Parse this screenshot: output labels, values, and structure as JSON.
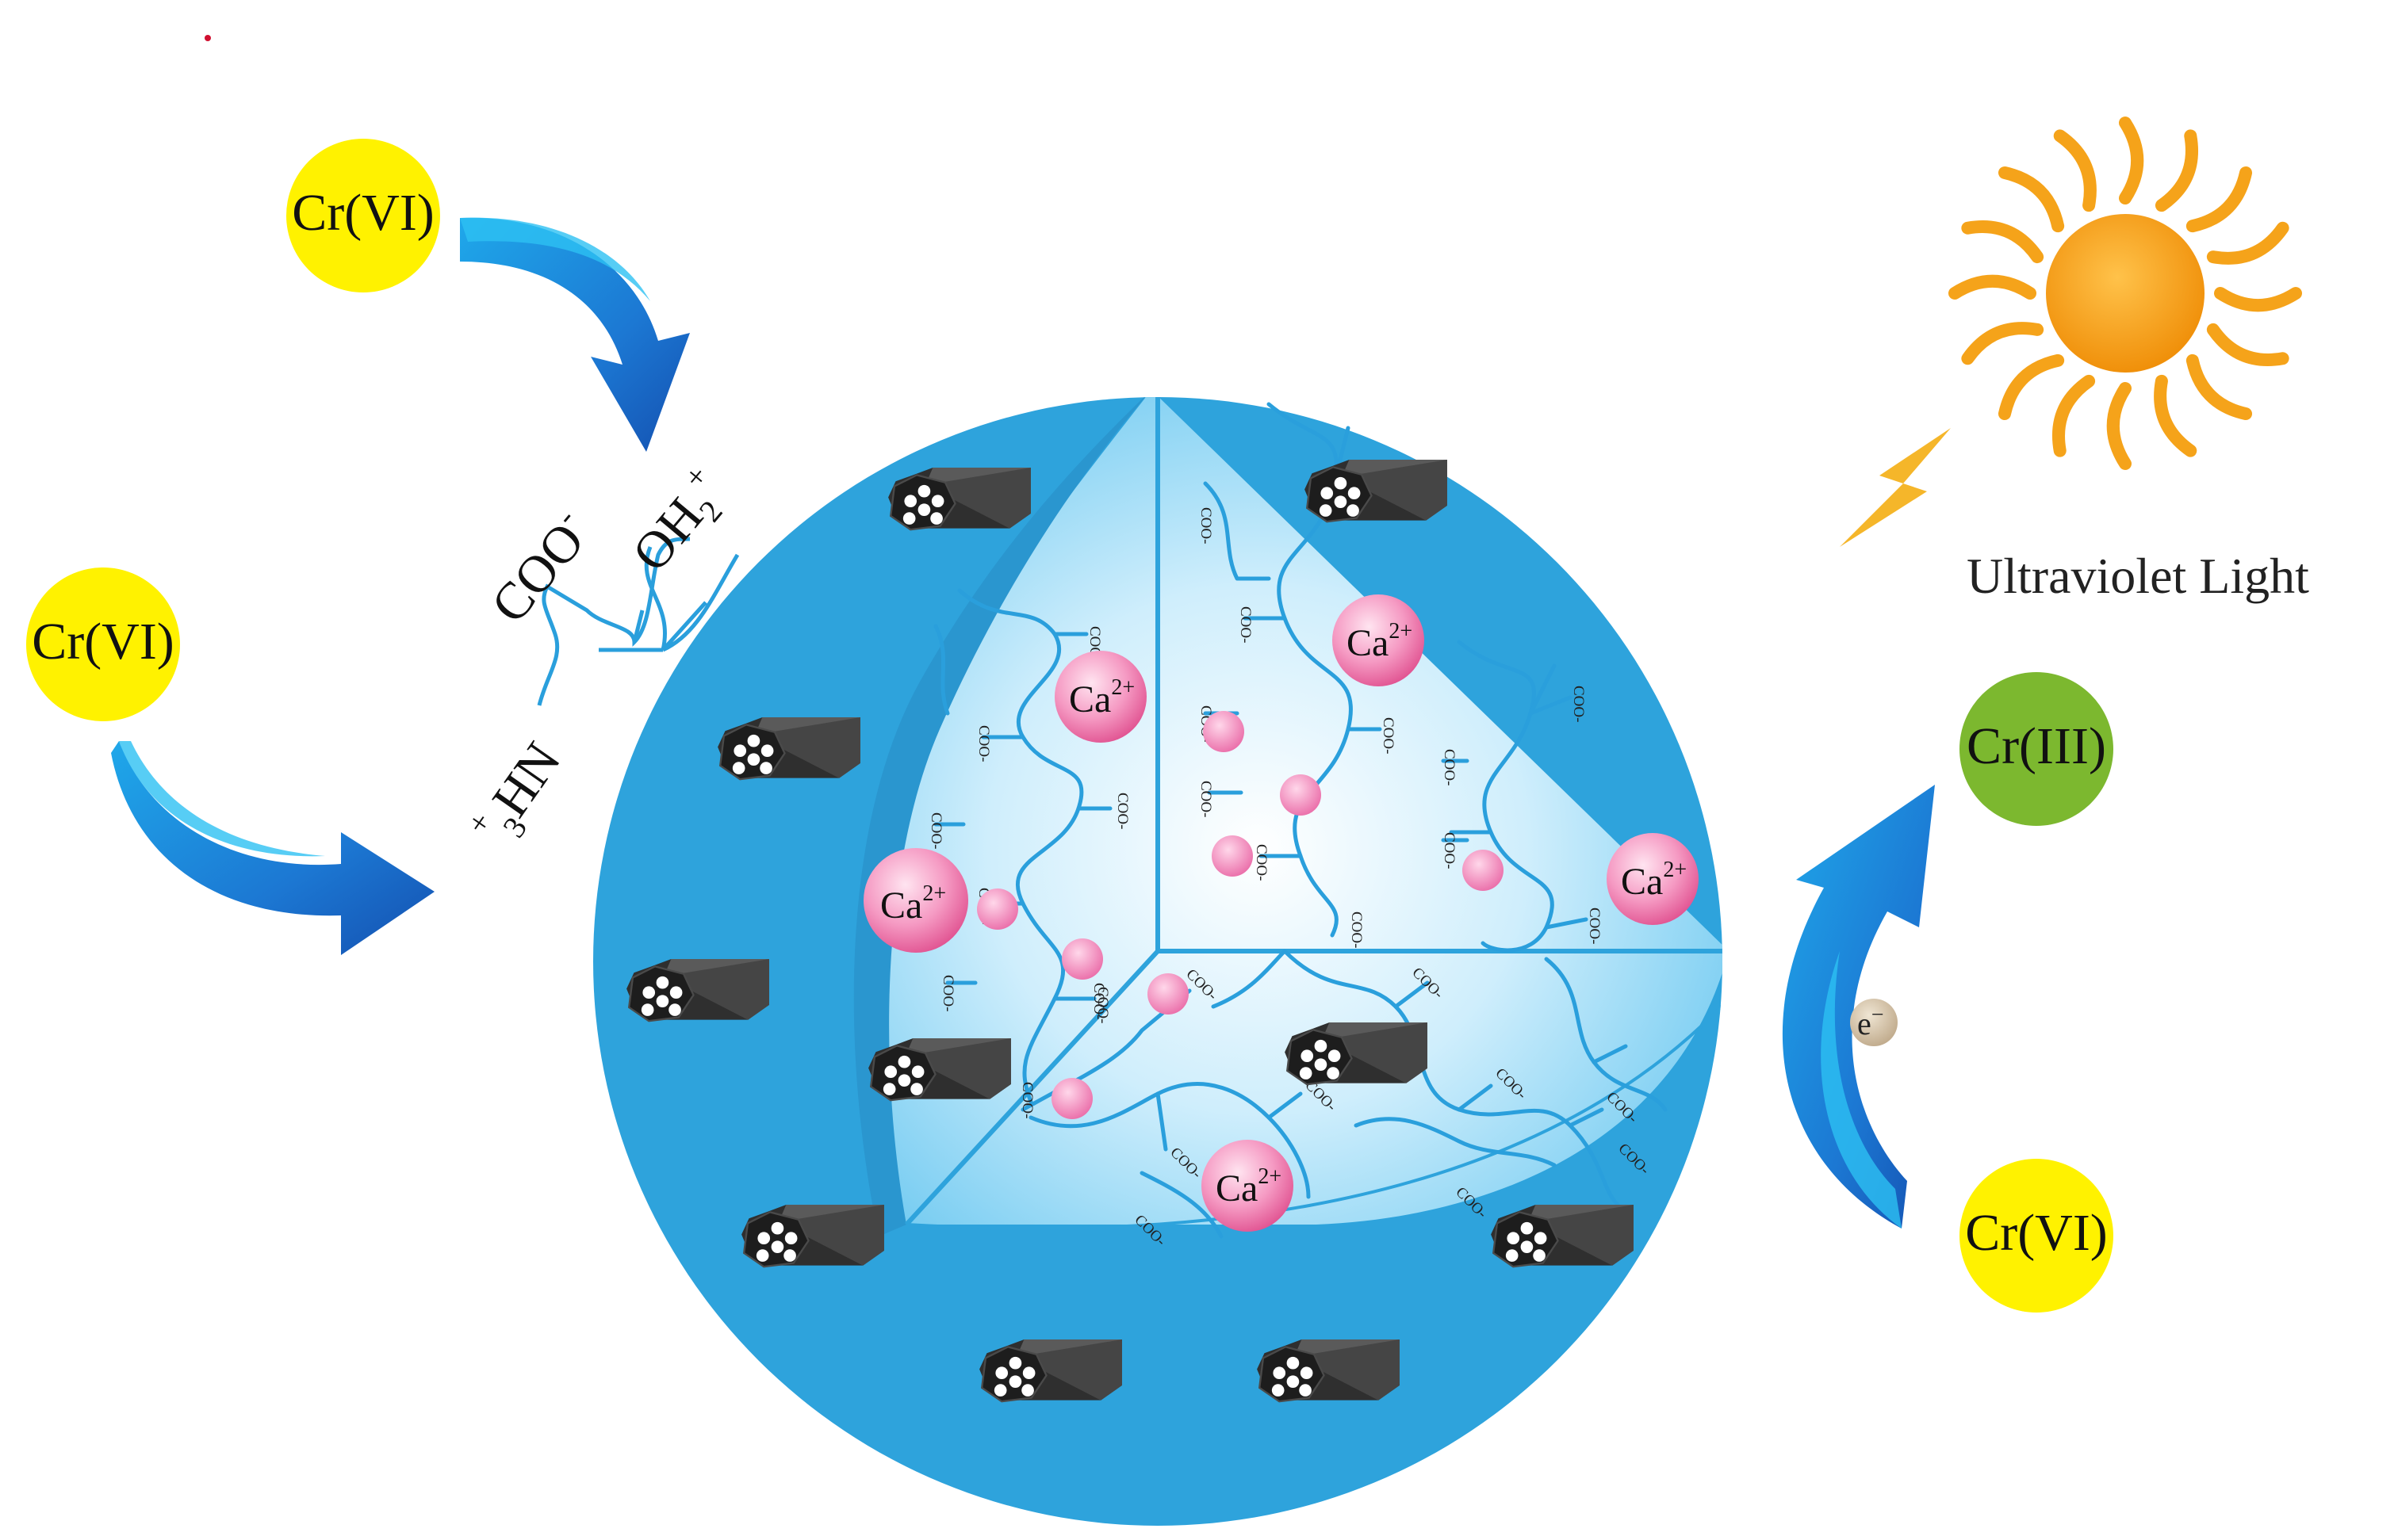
{
  "labels": {
    "cr6": "Cr(VI)",
    "cr3": "Cr(III)",
    "electron": "e",
    "electron_sup": "−",
    "uv_light": "Ultraviolet Light",
    "ca_base": "Ca",
    "ca_sup": "2+",
    "coo_group": "COO",
    "coo_sup": "-",
    "oh2_base": "OH",
    "oh2_sub": "2",
    "oh2_sup": "+",
    "nh3_sup": "+",
    "nh3_sub": "3",
    "nh3_base": "HN",
    "coo_small": "COO-"
  },
  "colors": {
    "sphere_outer": "#2ea3dc",
    "sphere_inner_light": "#e8f6fd",
    "cr6_yellow": "#fff200",
    "cr3_green": "#7cb82f",
    "ca_pink": "#ef6fa7",
    "arrow_blue": "#1e7fd8",
    "sun_orange": "#f59a0b",
    "nanotube_gray": "#3a3a3a"
  },
  "icons": {
    "sun": "sun-icon",
    "lightning": "lightning-icon",
    "nanotube": "carbon-nanotube-icon",
    "arrow": "curved-arrow-icon"
  }
}
